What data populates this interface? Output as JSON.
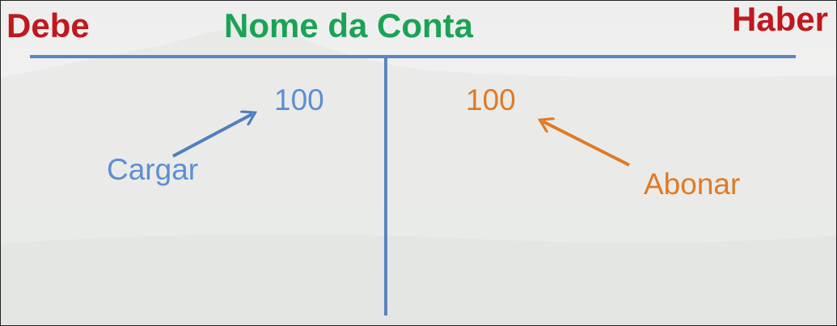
{
  "debit_side_label": "Debe",
  "credit_side_label": "Haber",
  "account_name": "Nome da Conta",
  "debit_entry": {
    "value": "100",
    "action_label": "Cargar"
  },
  "credit_entry": {
    "value": "100",
    "action_label": "Abonar"
  },
  "colors": {
    "side_labels": "#c0181e",
    "account_name": "#1aa356",
    "debit": "#5b8fd2",
    "credit": "#e07a24",
    "t_account_lines": "#5b86bd"
  }
}
